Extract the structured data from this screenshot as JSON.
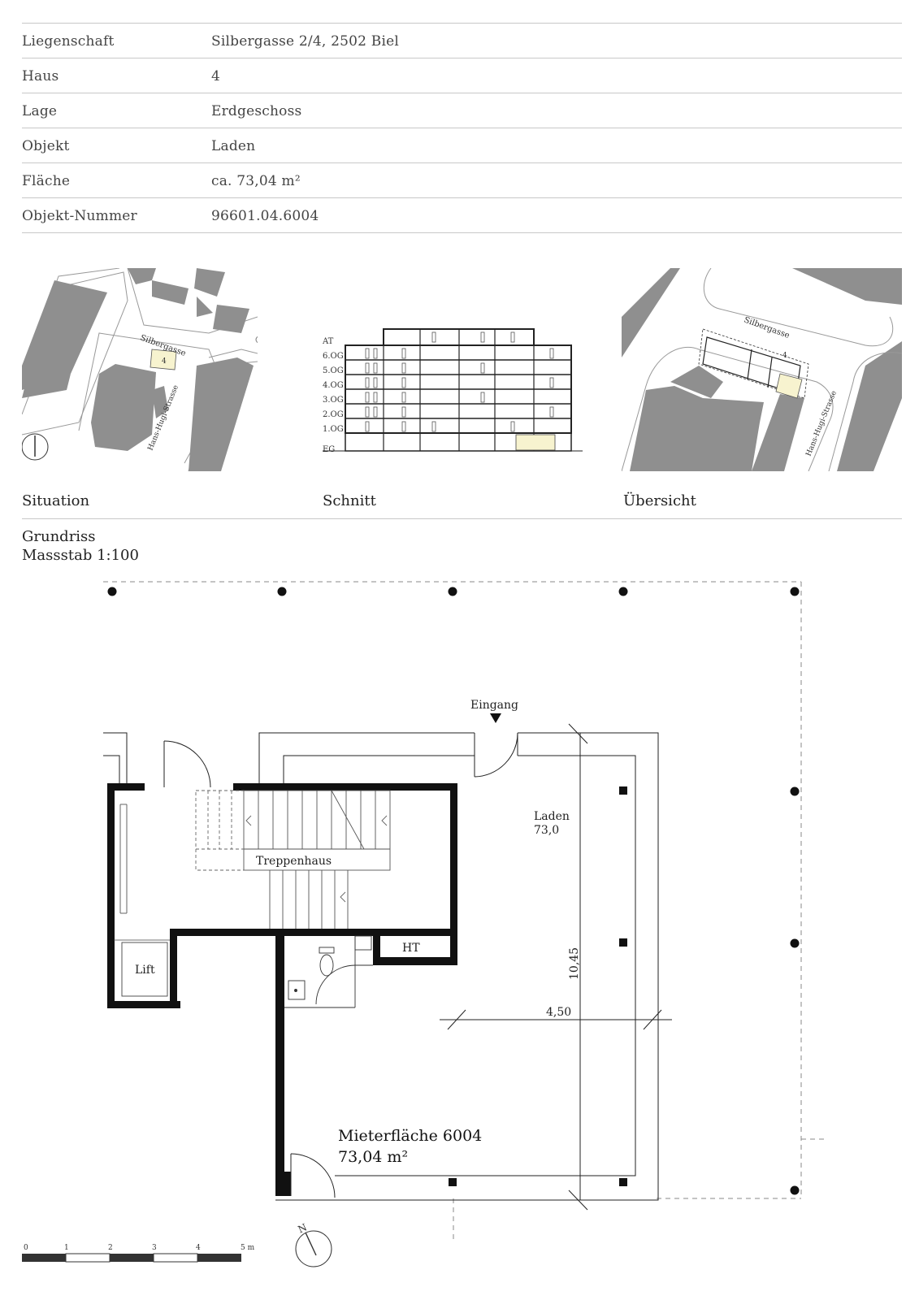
{
  "info": {
    "rows": [
      {
        "label": "Liegenschaft",
        "value": "Silbergasse 2/4, 2502 Biel"
      },
      {
        "label": "Haus",
        "value": "4"
      },
      {
        "label": "Lage",
        "value": "Erdgeschoss"
      },
      {
        "label": "Objekt",
        "value": "Laden"
      },
      {
        "label": "Fläche",
        "value": "ca. 73,04 m²"
      },
      {
        "label": "Objekt-Nummer",
        "value": "96601.04.6004"
      }
    ]
  },
  "situation": {
    "caption": "Situation",
    "street_top": "Silbergasse",
    "street_side": "Hans-Hugi-Strasse",
    "house_number": "4"
  },
  "schnitt": {
    "caption": "Schnitt",
    "levels": [
      "AT",
      "6.OG",
      "5.OG",
      "4.OG",
      "3.OG",
      "2.OG",
      "1.OG",
      "EG"
    ]
  },
  "uebersicht": {
    "caption": "Übersicht",
    "street_top": "Silbergasse",
    "street_side": "Hans-Hugi-Strasse",
    "house_number": "4"
  },
  "grundriss": {
    "title": "Grundriss",
    "scale": "Massstab 1:100",
    "entrance_label": "Eingang",
    "room_name": "Laden",
    "room_area": "73,0",
    "stair_label": "Treppenhaus",
    "lift_label": "Lift",
    "ht_label": "HT",
    "dim_vertical": "10,45",
    "dim_horizontal": "4,50",
    "tenant_label": "Mieterfläche 6004",
    "tenant_area": "73,04 m²",
    "north_label": "N",
    "scalebar_ticks": [
      "0",
      "1",
      "2",
      "3",
      "4",
      "5 m"
    ]
  },
  "colors": {
    "highlight": "#f7f3cf",
    "building_fill": "#8f8f8f",
    "rule": "#c8c8c8"
  }
}
